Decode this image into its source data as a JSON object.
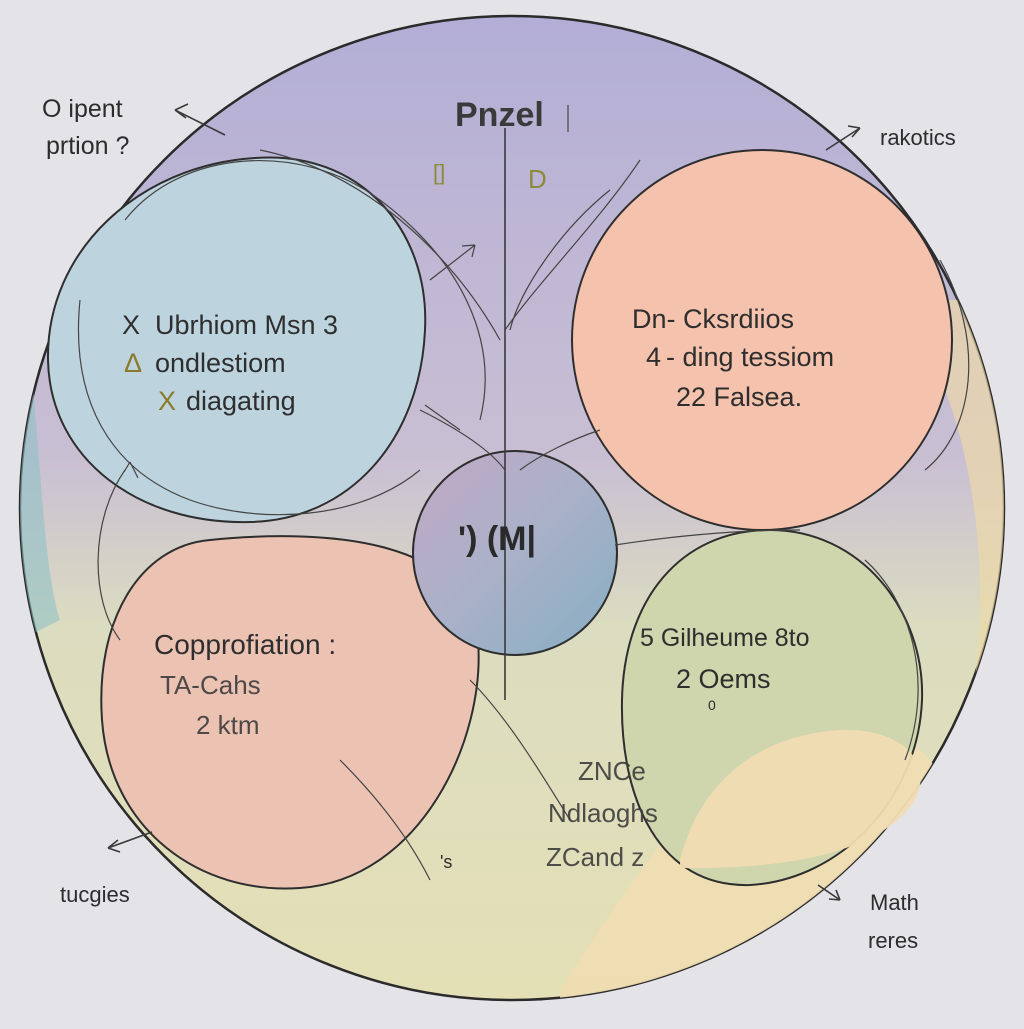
{
  "title": "Pnzel",
  "title_marks": [
    "[]",
    "D"
  ],
  "corner_labels": {
    "top_left": [
      "O ipent",
      "prtion ?"
    ],
    "top_right": "rakotics",
    "bottom_left": "tucgies",
    "bottom_right": [
      "Math",
      "reres"
    ]
  },
  "bubbles": {
    "blue": {
      "lines": [
        "Ubrhiom Msn 3",
        "ondlestiom",
        "diagating"
      ],
      "markers": [
        "X",
        "Δ",
        "X"
      ]
    },
    "orange": {
      "lines": [
        "Dn- Cksrdiios",
        "- ding tessiom",
        "22 Falsea."
      ],
      "markers": [
        "",
        "4",
        ""
      ]
    },
    "center": "') (M|",
    "pink": {
      "lines": [
        "Copprofiation :",
        "TA-Cahs",
        "2 ktm"
      ]
    },
    "green": {
      "lines": [
        "5 Gilheume 8to",
        "2 Oems",
        "0"
      ]
    },
    "bottom_text": {
      "lines": [
        "ZNCe",
        "Ndlaoghs",
        "ZCand z"
      ],
      "mark": "'s"
    }
  },
  "colors": {
    "background": "#e4e4e8",
    "outer_top": "#b7afd3",
    "outer_bottom": "#e2e0b8",
    "blue": "#bcd3df",
    "orange": "#f4c2ad",
    "center": "#9eb4c4",
    "pink": "#ecc1b2",
    "green": "#cdd5ab",
    "cream": "#efdcb4"
  }
}
